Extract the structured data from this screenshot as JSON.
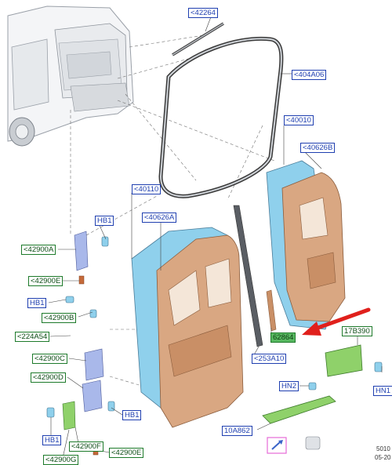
{
  "callouts": {
    "c42264": "<42264",
    "c404A06": "<404A06",
    "c40010": "<40010",
    "c40626B": "<40626B",
    "c40110": "<40110",
    "c40626A": "<40626A",
    "cHB1_top": "HB1",
    "c42900A": "<42900A",
    "c42900E_top": "<42900E",
    "cHB1_left": "HB1",
    "c42900B": "<42900B",
    "c224A54": "<224A54",
    "c62864": "62864",
    "c17B390": "17B390",
    "c253A10": "<253A10",
    "c42900C": "<42900C",
    "c42900D": "<42900D",
    "cHN2": "HN2",
    "cHN1": "HN1",
    "cHB1_mid": "HB1",
    "c42900E_bot": "<42900E",
    "cHB1_bot": "HB1",
    "c42900F": "<42900F",
    "c10A862": "10A862",
    "c42900G": "<42900G"
  },
  "footer": {
    "code": "5010",
    "date": "05-20"
  },
  "colors": {
    "callout_blue": "#1f3fb0",
    "callout_green": "#1d7a2a",
    "door_tan": "#d9a782",
    "door_blue": "#8fd0ec",
    "part_green": "#8fd16a",
    "arrow_red": "#e0201c"
  }
}
